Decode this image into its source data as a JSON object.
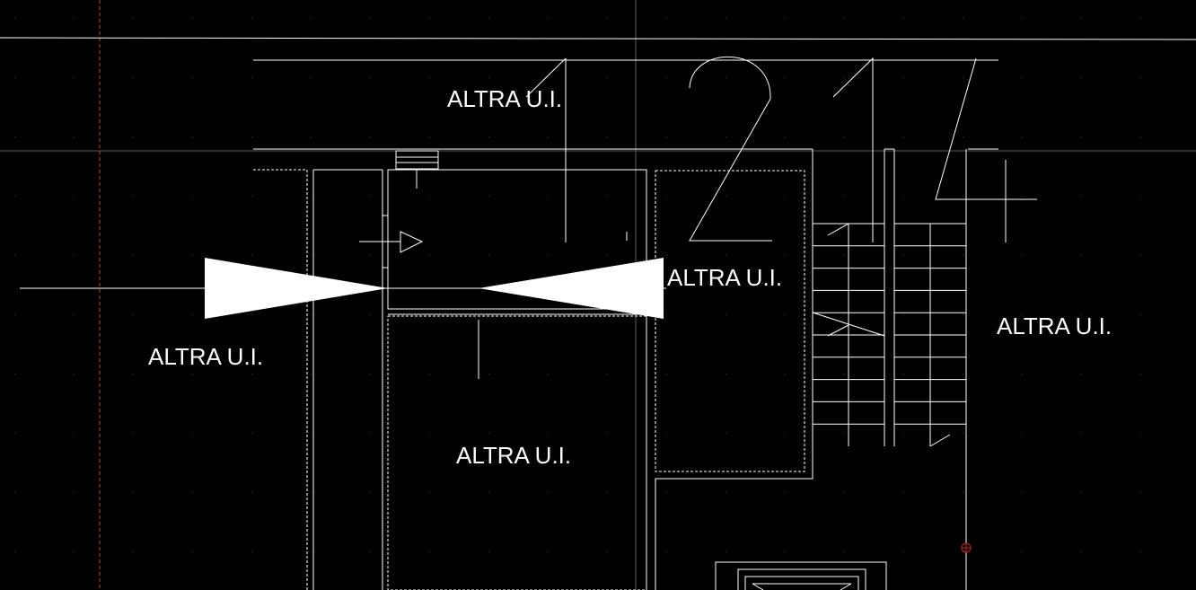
{
  "drawing": {
    "unit_label": "ALTRA U.I.",
    "room_number_digits": [
      "2",
      "1",
      "4"
    ]
  },
  "labels": {
    "top_center": "ALTRA U.I.",
    "middle_center": "ALTRA U.I.",
    "right": "ALTRA U.I.",
    "left": "ALTRA U.I.",
    "bottom_center": "ALTRA U.I."
  },
  "colors": {
    "background": "#000000",
    "linework": "#ffffff",
    "grid_dots": "#3a3a3a",
    "guide_line": "#c04a18",
    "marker": "#c82020"
  }
}
